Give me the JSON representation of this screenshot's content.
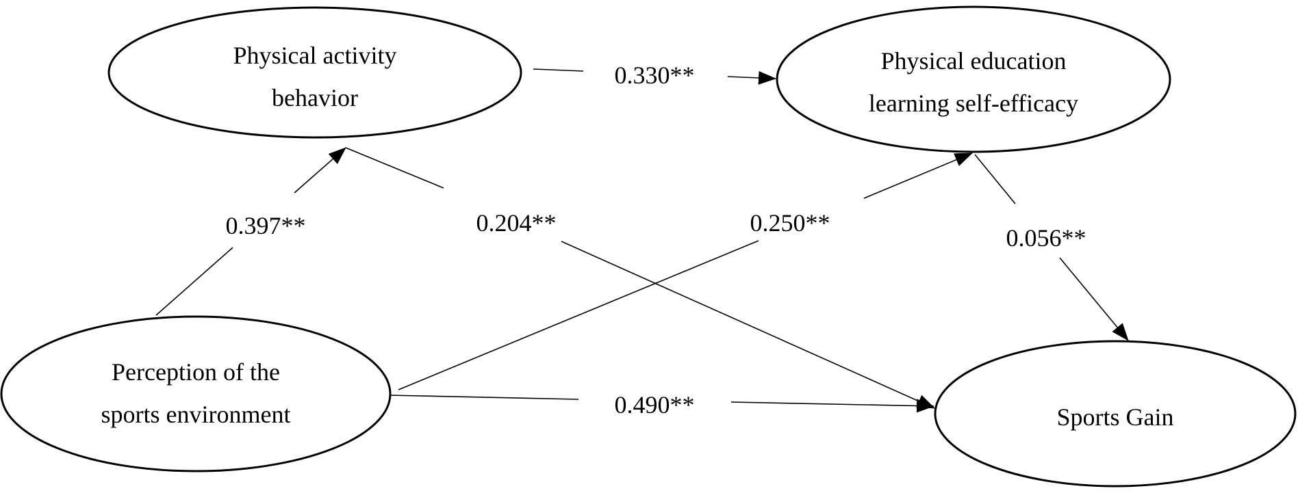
{
  "nodes": {
    "pab": {
      "lines": [
        "Physical activity",
        "behavior"
      ]
    },
    "pesle": {
      "lines": [
        "Physical education",
        "learning self-efficacy"
      ]
    },
    "pse": {
      "lines": [
        "Perception of the",
        "sports environment"
      ]
    },
    "sg": {
      "lines": [
        "Sports Gain"
      ]
    }
  },
  "edges": {
    "pab_to_pesle": {
      "label": "0.330**"
    },
    "pse_to_pab": {
      "label": "0.397**"
    },
    "pab_to_sg": {
      "label": "0.204**"
    },
    "pse_to_pesle": {
      "label": "0.250**"
    },
    "pesle_to_sg": {
      "label": "0.056**"
    },
    "pse_to_sg": {
      "label": "0.490**"
    }
  }
}
